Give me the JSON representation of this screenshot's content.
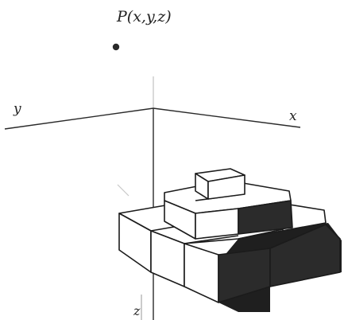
{
  "point": {
    "label": "P(x,y,z)"
  },
  "axes": {
    "x": "x",
    "y": "y",
    "z": "z"
  },
  "colors": {
    "ink": "#1b1b1b",
    "background": "#ffffff"
  }
}
